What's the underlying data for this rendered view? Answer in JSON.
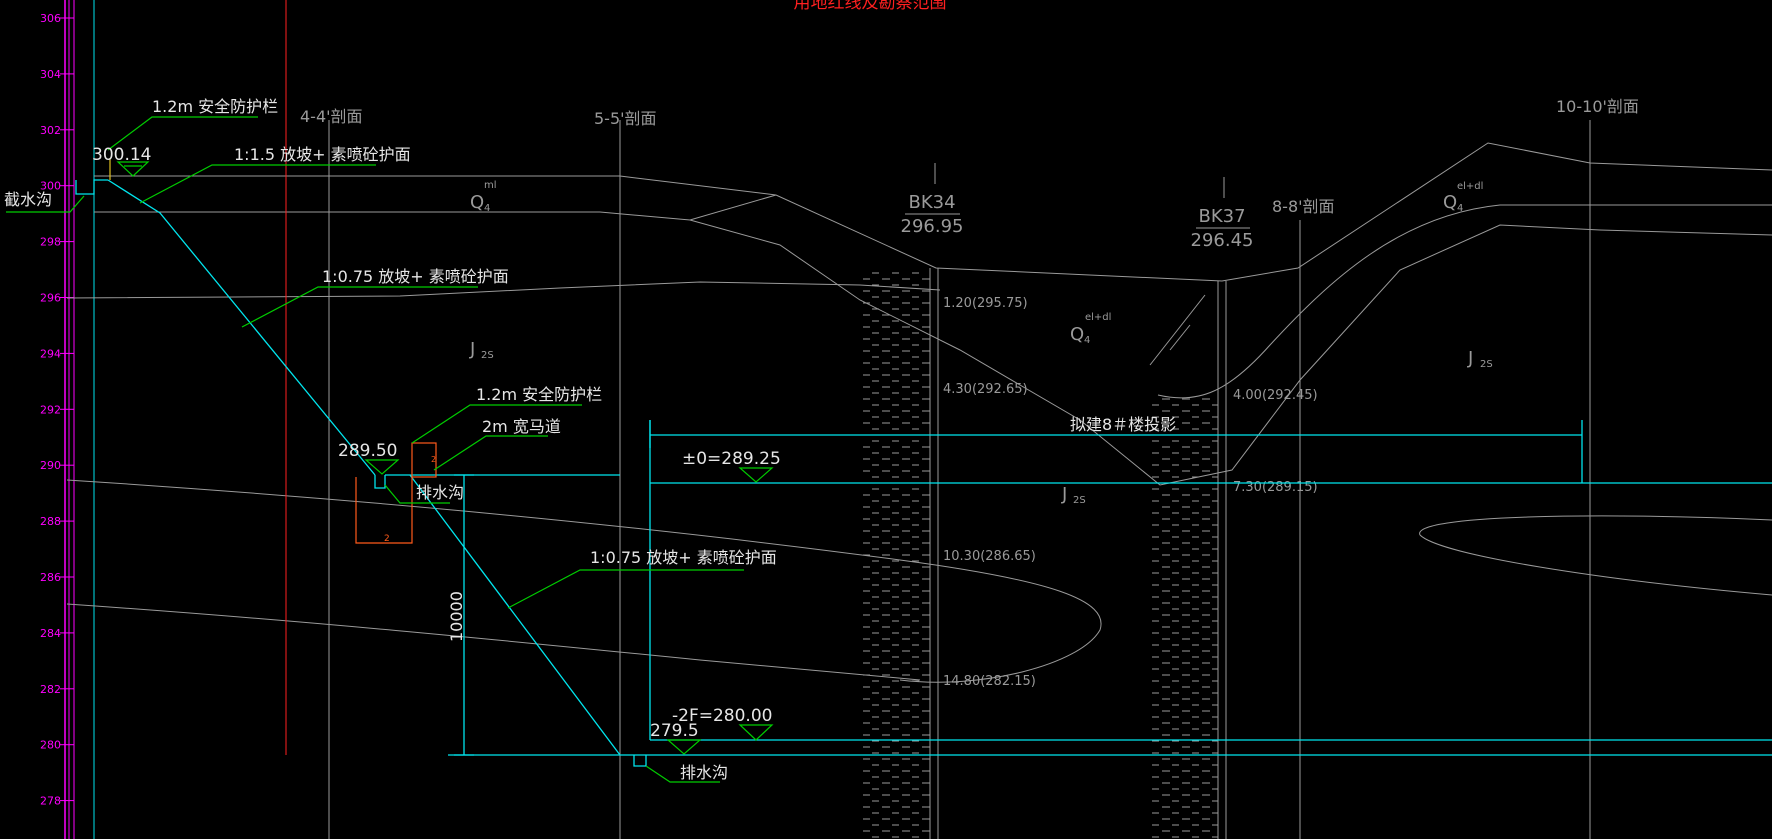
{
  "title": "用地红线及勘察范围",
  "colors": {
    "background": "#000000",
    "axis": "#ff00ff",
    "cyan": "#00e5ee",
    "green": "#00cc00",
    "white": "#e6e6e6",
    "grey": "#9a9a9a",
    "red": "#ff2020",
    "orange": "#ff5a1a"
  },
  "elevation_ticks": [
    "306",
    "304",
    "302",
    "300",
    "298",
    "296",
    "294",
    "292",
    "290",
    "288",
    "286",
    "284",
    "282",
    "280",
    "278"
  ],
  "section_labels": [
    "4-4'剖面",
    "5-5'剖面",
    "8-8'剖面",
    "10-10'剖面"
  ],
  "boreholes": [
    {
      "id": "BK34",
      "elevation": "296.95"
    },
    {
      "id": "BK37",
      "elevation": "296.45"
    }
  ],
  "layer_labels": {
    "q4_ml": "Q",
    "q4_ml_sub": "4",
    "q4_ml_sup": "ml",
    "q4_eldl": "Q",
    "q4_eldl_sub": "4",
    "q4_eldl_sup": "el+dl",
    "j2s": "J",
    "j2s_sub": "2S"
  },
  "depth_marks": [
    "1.20(295.75)",
    "4.30(292.65)",
    "10.30(286.65)",
    "14.80(282.15)",
    "4.00(292.45)",
    "7.30(289.15)"
  ],
  "annotations": {
    "guardrail_top": "1.2m 安全防护栏",
    "slope_top": "1:1.5 放坡+ 素喷砼护面",
    "intercept_ditch": "截水沟",
    "elev_top": "300.14",
    "slope_mid": "1:0.75 放坡+ 素喷砼护面",
    "guardrail_mid": "1.2m 安全防护栏",
    "berm": "2m 宽马道",
    "elev_berm": "289.50",
    "drain_mid": "排水沟",
    "building": "拟建8＃楼投影",
    "pm0": "±0=289.25",
    "slope_low": "1:0.75 放坡+ 素喷砼护面",
    "dim_height": "10000",
    "minus2f": "-2F=280.00",
    "elev_bottom": "279.5",
    "drain_bottom": "排水沟",
    "box_dim_small": "2",
    "box_dim_side": "2"
  }
}
